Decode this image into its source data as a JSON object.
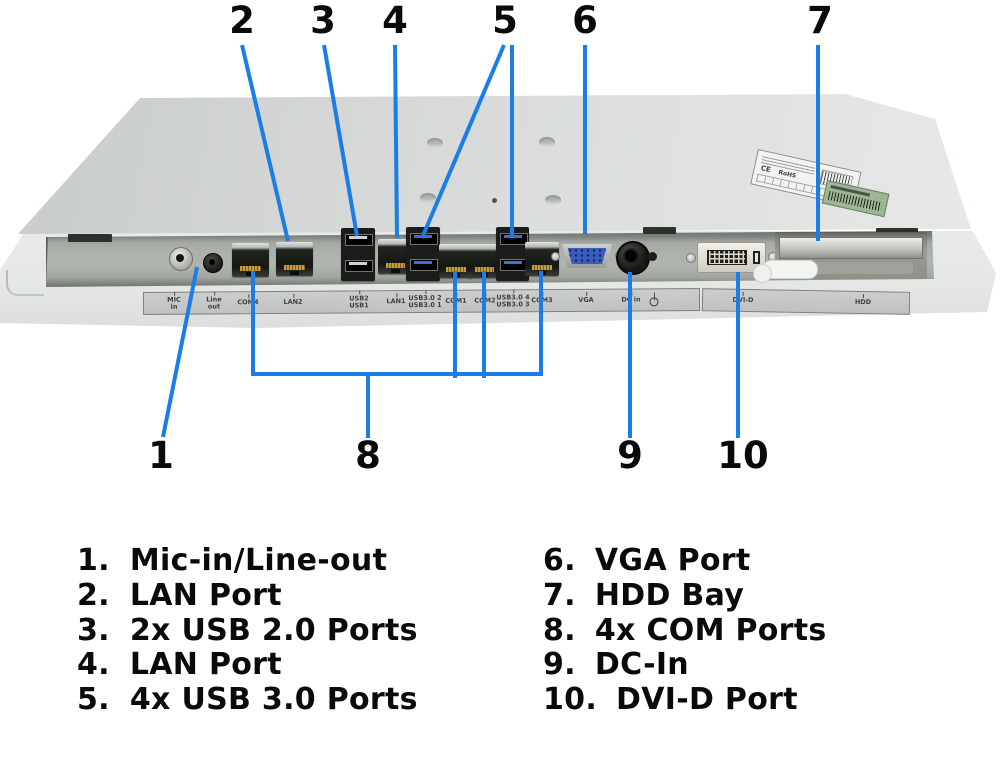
{
  "colors": {
    "callout_blue": "#1b7de8",
    "text_black": "#0a0a0c"
  },
  "callouts": {
    "top": [
      {
        "num": "2"
      },
      {
        "num": "3"
      },
      {
        "num": "4"
      },
      {
        "num": "5"
      },
      {
        "num": "6"
      },
      {
        "num": "7"
      }
    ],
    "bottom": [
      {
        "num": "1"
      },
      {
        "num": "8"
      },
      {
        "num": "9"
      },
      {
        "num": "10"
      }
    ]
  },
  "panel_strip": {
    "labels": [
      {
        "text": "MIC\nin"
      },
      {
        "text": "Line\nout"
      },
      {
        "text": "COM4"
      },
      {
        "text": "LAN2"
      },
      {
        "text": "USB2\nUSB1"
      },
      {
        "text": "LAN1"
      },
      {
        "text": "USB3.0 2\nUSB3.0 1"
      },
      {
        "text": "COM1"
      },
      {
        "text": "COM2"
      },
      {
        "text": "USB3.0 4\nUSB3.0 3"
      },
      {
        "text": "COM3"
      },
      {
        "text": "VGA"
      },
      {
        "text": "DC in"
      }
    ],
    "power_icon": "power-icon",
    "labels2": [
      {
        "text": "DVI-D"
      },
      {
        "text": "HDD"
      }
    ]
  },
  "stickers": {
    "ce": "CE",
    "rohs": "RoHS"
  },
  "legend": {
    "left": [
      {
        "num": "1.",
        "label": "Mic-in/Line-out"
      },
      {
        "num": "2.",
        "label": "LAN Port"
      },
      {
        "num": "3.",
        "label": "2x USB 2.0 Ports"
      },
      {
        "num": "4.",
        "label": "LAN Port"
      },
      {
        "num": "5.",
        "label": "4x USB 3.0 Ports"
      }
    ],
    "right": [
      {
        "num": "6.",
        "label": "VGA Port"
      },
      {
        "num": "7.",
        "label": "HDD Bay"
      },
      {
        "num": "8.",
        "label": "4x COM Ports"
      },
      {
        "num": "9.",
        "label": "DC-In"
      },
      {
        "num": "10.",
        "label": "DVI-D Port"
      }
    ]
  }
}
